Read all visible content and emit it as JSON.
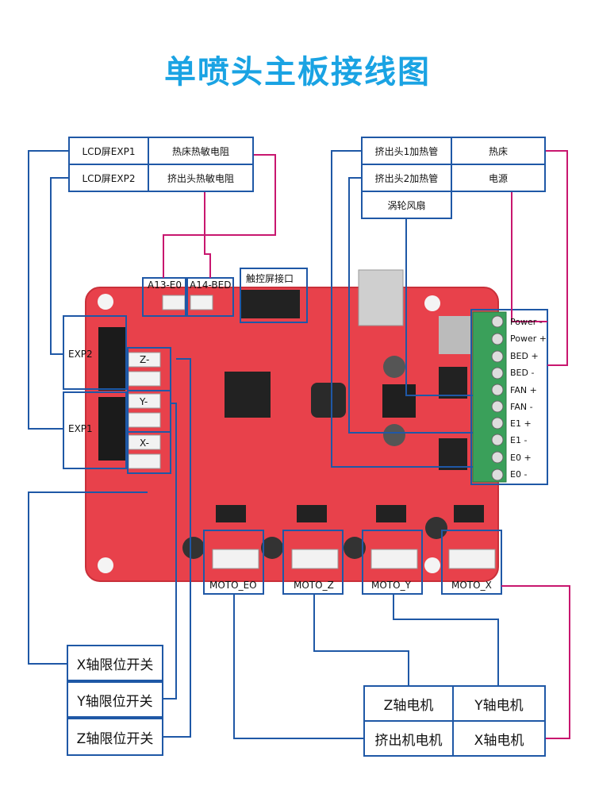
{
  "title": "单喷头主板接线图",
  "top_left": {
    "row1": {
      "left": "LCD屏EXP1",
      "right": "热床热敏电阻"
    },
    "row2": {
      "left": "LCD屏EXP2",
      "right": "挤出头热敏电阻"
    }
  },
  "top_right": {
    "row1": {
      "left": "挤出头1加热管",
      "right": "热床"
    },
    "row2": {
      "left": "挤出头2加热管",
      "right": "电源"
    },
    "row3": {
      "left": "涡轮风扇"
    }
  },
  "board_labels": {
    "a13": "A13-E0",
    "a14": "A14-BED",
    "touch": "触控屏接口",
    "exp2": "EXP2",
    "exp1": "EXP1",
    "z": "Z-",
    "y": "Y-",
    "x": "X-"
  },
  "terminals": [
    "Power -",
    "Power +",
    "BED +",
    "BED -",
    "FAN +",
    "FAN -",
    "E1 +",
    "E1 -",
    "E0 +",
    "E0 -"
  ],
  "motors": [
    "MOTO_EO",
    "MOTO_Z",
    "MOTO_Y",
    "MOTO_X"
  ],
  "limits": [
    "X轴限位开关",
    "Y轴限位开关",
    "Z轴限位开关"
  ],
  "motor_table": {
    "r1c1": "Z轴电机",
    "r1c2": "Y轴电机",
    "r2c1": "挤出机电机",
    "r2c2": "X轴电机"
  },
  "colors": {
    "title": "#1aa3e3",
    "box_border": "#1f58a6",
    "connector_magenta": "#c8176f",
    "board": "#e8414b",
    "terminal_green": "#3aa05a"
  }
}
